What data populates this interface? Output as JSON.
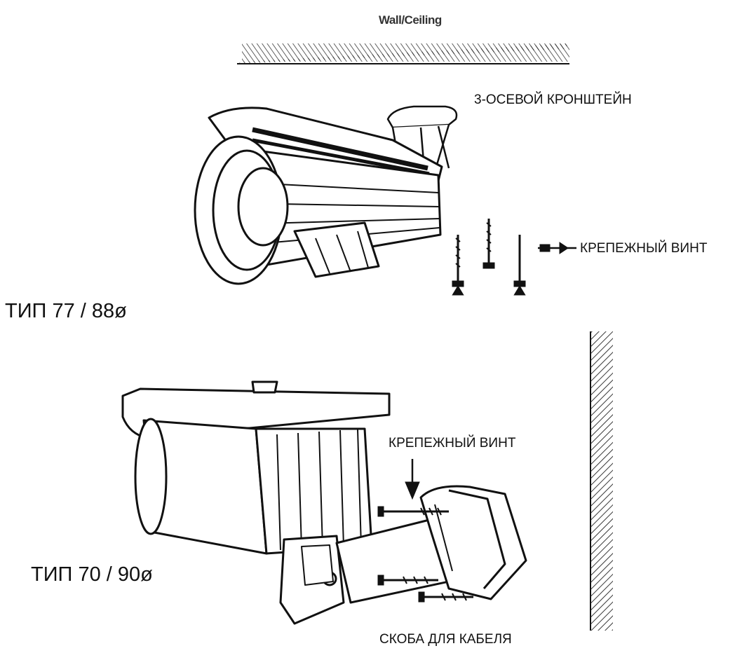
{
  "labels": {
    "wall_ceiling": "Wall/Ceiling",
    "three_axis_bracket": "3-ОСЕВОЙ КРОНШТЕЙН",
    "mounting_screw_top": "КРЕПЕЖНЫЙ ВИНТ",
    "type_77_88": "ТИП 77 / 88ø",
    "mounting_screw_bottom": "КРЕПЕЖНЫЙ ВИНТ",
    "type_70_90": "ТИП 70 / 90ø",
    "cable_clip": "СКОБА ДЛЯ КАБЕЛЯ"
  },
  "colors": {
    "line": "#111111",
    "background": "#ffffff"
  }
}
